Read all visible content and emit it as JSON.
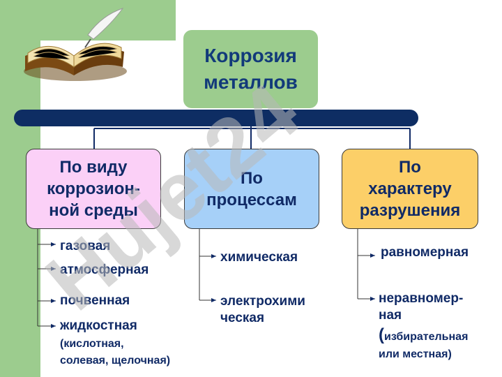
{
  "title": "Коррозия\nметаллов",
  "categories": [
    {
      "label": "По виду\nкоррозион-\nной среды",
      "items": [
        "газовая",
        "атмосферная",
        "почвенная",
        "жидкостная"
      ],
      "note": "(кислотная,\nсолевая, щелочная)"
    },
    {
      "label": "По\nпроцессам",
      "items": [
        "химическая",
        "электрохими\nческая"
      ]
    },
    {
      "label": "По\nхарактеру\nразрушения",
      "items": [
        "равномерная",
        "неравномер-\nная"
      ],
      "note": "(избирательная\nили местная)",
      "note_paren": "(",
      "note_rest": "избирательная\nили местная)"
    }
  ],
  "watermark": "Hujet24",
  "colors": {
    "title_bg": "#9ccc8e",
    "cat1_bg": "#fbd0f7",
    "cat2_bg": "#a6d0f8",
    "cat3_bg": "#fccf68",
    "bar": "#0e2d63",
    "text": "#102a66"
  }
}
